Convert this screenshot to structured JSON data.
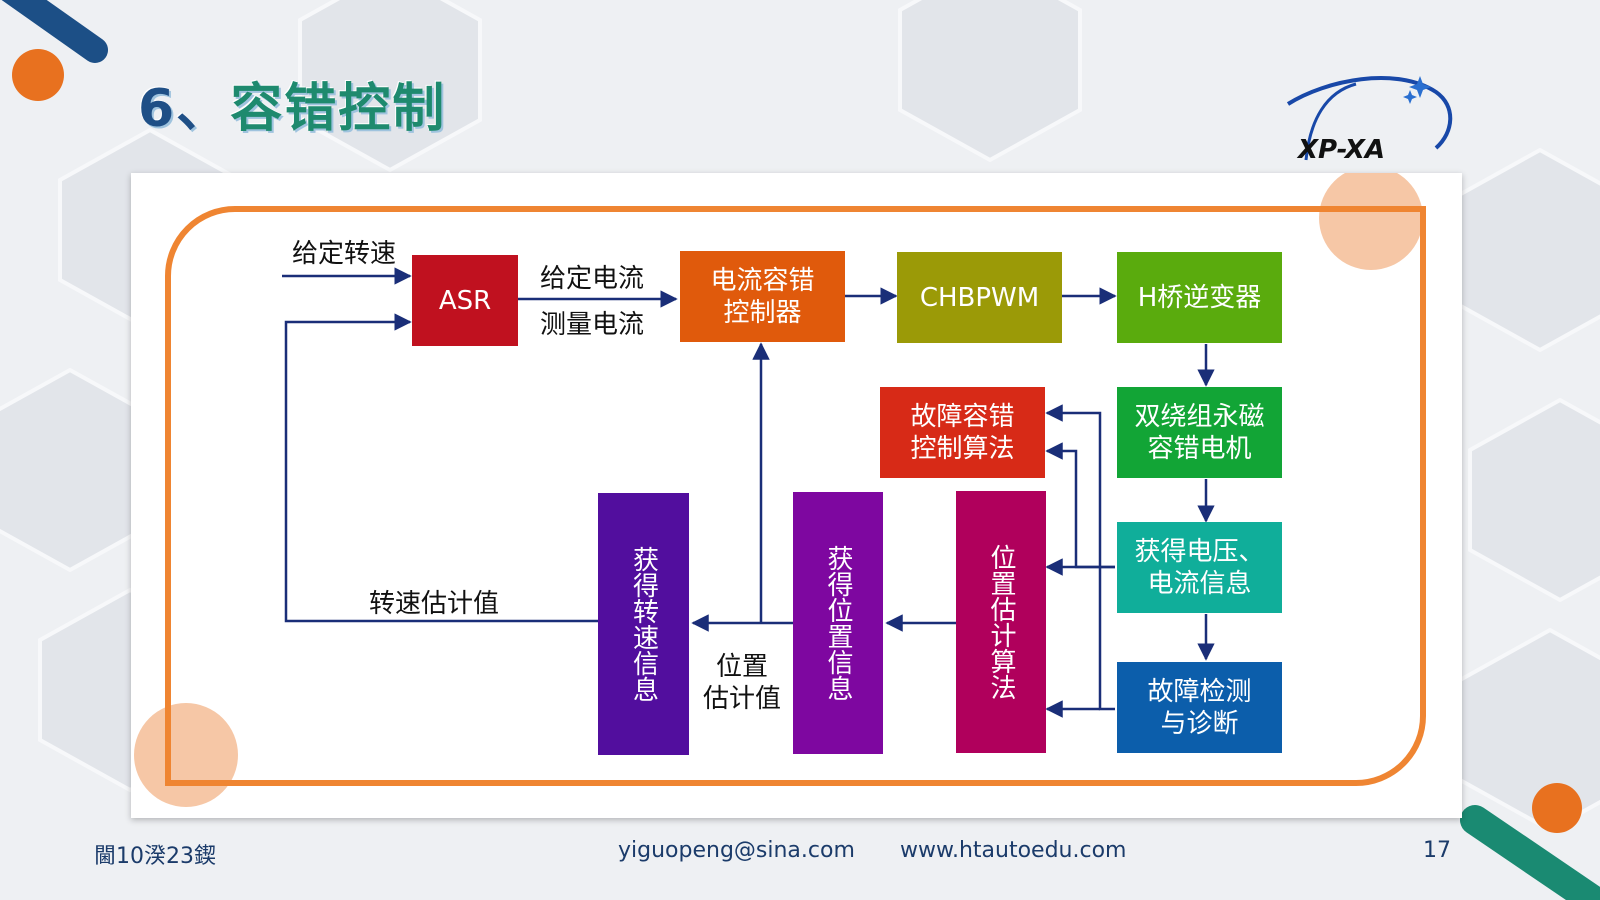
{
  "slide": {
    "title_num": "6、",
    "title_text": "容错控制",
    "logo_text": "XP-XA"
  },
  "diagram": {
    "blocks": {
      "asr": "ASR",
      "current_ctrl": "电流容错\n控制器",
      "chbpwm": "CHBPWM",
      "h_bridge": "H桥逆变器",
      "motor": "双绕组永磁\n容错电机",
      "voltage_current": "获得电压、\n电流信息",
      "fault_detect": "故障检测\n与诊断",
      "fault_algo": "故障容错\n控制算法",
      "pos_est_algo": "位置估计算法",
      "get_pos": "获得位置信息",
      "get_speed": "获得转速信息"
    },
    "labels": {
      "given_speed": "给定转速",
      "given_current": "给定电流",
      "measured_current": "测量电流",
      "speed_estimate": "转速估计值",
      "position_estimate": "位置\n估计值"
    },
    "colors": {
      "asr": "#c0111f",
      "current_ctrl": "#e05a0c",
      "chbpwm": "#9b9a07",
      "h_bridge": "#5aab0d",
      "motor": "#12a536",
      "voltage_current": "#10ae9a",
      "fault_detect": "#0c5eab",
      "fault_algo": "#d72a17",
      "pos_est_algo": "#b0005c",
      "get_pos": "#7e07a0",
      "get_speed": "#520e9e",
      "frame": "#ef8532",
      "arrow": "#1a2e78"
    }
  },
  "footer": {
    "date": "閫10湀23鍥",
    "email": "yiguopeng@sina.com",
    "website": "www.htautoedu.com",
    "page": "17"
  }
}
